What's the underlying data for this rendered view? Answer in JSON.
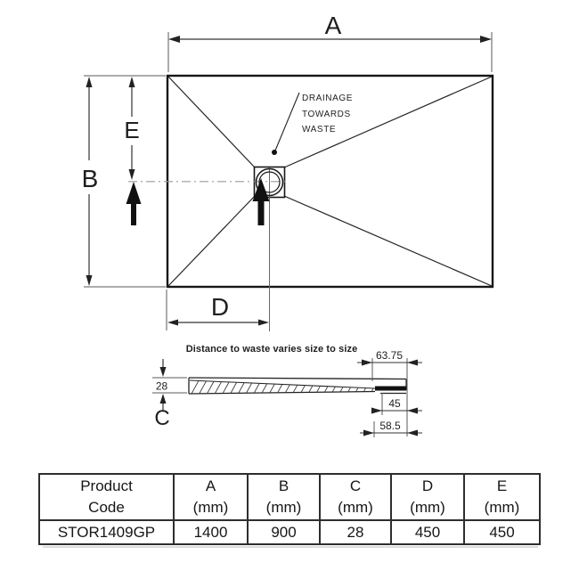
{
  "top_view": {
    "width_label": "A",
    "height_label": "B",
    "drain_offset_x_label": "D",
    "drain_offset_y_label": "E",
    "note": [
      "DRAINAGE",
      "TOWARDS",
      "WASTE"
    ]
  },
  "section_view": {
    "caption": "Distance to waste varies size to size",
    "thickness_value": "28",
    "thickness_label": "C",
    "rim_to_waste_dim": "63.75",
    "waste_width_dim": "45",
    "waste_offset_dim": "58.5"
  },
  "table": {
    "header": [
      {
        "l1": "Product",
        "l2": "Code"
      },
      {
        "l1": "A",
        "l2": "(mm)"
      },
      {
        "l1": "B",
        "l2": "(mm)"
      },
      {
        "l1": "C",
        "l2": "(mm)"
      },
      {
        "l1": "D",
        "l2": "(mm)"
      },
      {
        "l1": "E",
        "l2": "(mm)"
      }
    ],
    "row": [
      "STOR1409GP",
      "1400",
      "900",
      "28",
      "450",
      "450"
    ]
  },
  "colors": {
    "ink": "#1f1f1f",
    "thin_line": "#5a5a5a",
    "centerline": "#9a9a9a",
    "background": "#ffffff"
  }
}
